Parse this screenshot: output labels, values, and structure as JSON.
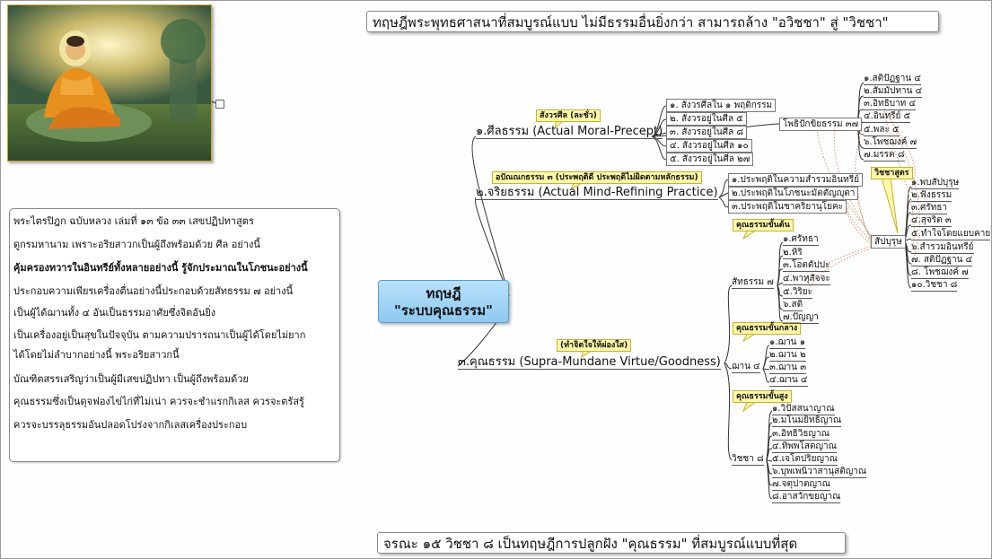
{
  "top_title": "ทฤษฎีพระพุทธศาสนาที่สมบูรณ์แบบ ไม่มีธรรมอื่นยิ่งกว่า สามารถล้าง \"อวิชชา\" สู่ \"วิชชา\"",
  "bottom_title": "จรณะ ๑๕ วิชชา ๘ เป็นทฤษฎีการปลูกฝัง \"คุณธรรม\" ที่สมบูรณ์แบบที่สุด",
  "central": {
    "line1": "ทฤษฎี",
    "line2": "\"ระบบคุณธรรม\""
  },
  "sutta_lines": [
    "พระไตรปิฎก ฉบับหลวง เล่มที่ ๑๓ ข้อ ๓๓ เสขปฏิปทาสูตร",
    "ดูกรมหานาม เพราะอริยสาวกเป็นผู้ถึงพร้อมด้วย   ศีล อย่างนี้",
    "คุ้มครองทวารในอินทรีย์ทั้งหลายอย่างนี้ รู้จักประมาณในโภชนะอย่างนี้",
    "ประกอบความเพียรเครื่องตื่นอย่างนี้ประกอบด้วยสัทธรรม ๗ อย่างนี้",
    "เป็นผู้ได้ฌานทั้ง ๔ อันเป็นธรรมอาศัยซึ่งจิตอันยิ่ง",
    "เป็นเครื่องอยู่เป็นสุขในปัจจุบัน ตามความปรารถนาเป็นผู้ได้โดยไม่ยาก",
    "ได้โดยไม่ลำบากอย่างนี้ พระอริยสาวกนี้",
    "บัณฑิตสรรเสริญว่าเป็นผู้มีเสขปฏิปทา เป็นผู้ถึงพร้อมด้วย",
    "คุณธรรมซึ่งเป็นดุจฟองไข่ไก่ที่ไม่เน่า ควรจะชำแรกกิเลส ควรจะตรัสรู้",
    "ควรจะบรรลุธรรมอันปลอดโปร่งจากกิเลสเครื่องประกอบ"
  ],
  "branches": {
    "sila": "๑.ศีลธรรม (Actual Moral-Precept)",
    "chariya": "๒.จริยธรรม (Actual Mind-Refining Practice)",
    "kunna": "๓.คุณธรรม (Supra-Mundane Virtue/Goodness)"
  },
  "callouts": {
    "sila": "สังวรศีล (ละชั่ว)",
    "chariya": "อปัณณกธรรม ๓ (ประพฤติดี ประพฤติไม่ผิดตามหลักธรรม)",
    "kunna": "(ทำจิตใจให้ผ่องใส)",
    "level1": "คุณธรรมขั้นต้น",
    "level2": "คุณธรรมขั้นกลาง",
    "level3": "คุณธรรมขั้นสูง",
    "vijja": "วิชชาสูตร"
  },
  "sila_items": [
    "๑. สังวรศีลใน ๑ พฤติกรรม",
    "๒. สังวรอยู่ในศีล ๕",
    "๓. สังวรอยู่ในศีล ๘",
    "๔. สังวรอยู่ในศีล ๑๐",
    "๕. สังวรอยู่ในศีล ๒๗"
  ],
  "bodhi": {
    "label": "โพธิปักขิยธรรม ๓๗",
    "items": [
      "๑.สติปัฏฐาน ๔",
      "๒.สัมมัปทาน ๔",
      "๓.อิทธิบาท ๔",
      "๔.อินทรีย์ ๕",
      "๕.พละ ๕",
      "๖.โพชฌงค์ ๗",
      "๗.มรรค ๘"
    ]
  },
  "chariya_items": [
    "๑.ประพฤติในความสำรวมอินทรีย์",
    "๒.ประพฤติในโภชนะมัตตัญญุตา",
    "๓.ประพฤติในชาคริยานุโยคะ"
  ],
  "sappurisa": {
    "label": "สัปบุรุษ",
    "items": [
      "๑.พบสัปบุรุษ",
      "๒.ฟังธรรม",
      "๓.ศรัทธา",
      "๔.สุจริต ๓",
      "๕.ทำใจโดยแยบคาย",
      "๖.สำรวมอินทรีย์",
      "๗. สติปัฏฐาน ๔",
      "๘. โพชฌงค์ ๗",
      "๑๐.วิชชา ๘"
    ]
  },
  "saddhamma": {
    "label": "สัทธรรม ๗",
    "items": [
      "๑.ศรัทธา",
      "๒.หิริ",
      "๓.โอตตัปปะ",
      "๔.พาหุสัจจะ",
      "๕.วิริยะ",
      "๖.สติ",
      "๗.ปัญญา"
    ]
  },
  "jhana": {
    "label": "ฌาน ๔",
    "items": [
      "๑.ฌาน ๑",
      "๒.ฌาน ๒",
      "๓.ฌาน ๓",
      "๔.ฌาน ๔"
    ]
  },
  "vijja8": {
    "label": "วิชชา ๘",
    "items": [
      "๑.วิปัสสนาญาณ",
      "๒.มโนมยิทธิญาณ",
      "๓.อิทธิวิธญาณ",
      "๔.ทิพพโสตญาณ",
      "๕.เจโตปริยญาณ",
      "๖.บุพเพนิวาสานุสติญาณ",
      "๗.จตุปาตญาณ",
      "๘.อาสวักขยญาณ"
    ]
  },
  "colors": {
    "central_fill": "#a9d7f7",
    "callout_fill": "#fff8a8",
    "link_dotted": "#e09070",
    "photo_frame": "#c9a53a"
  }
}
